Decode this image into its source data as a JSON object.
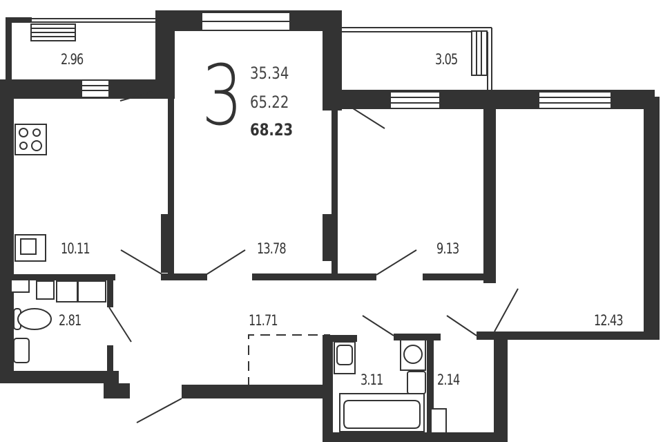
{
  "plan": {
    "rooms_count": "3",
    "living_area": "35.34",
    "total_area": "65.22",
    "total_area_with_balcony": "68.23"
  },
  "rooms": {
    "balcony_left": "2.96",
    "balcony_right": "3.05",
    "kitchen": "10.11",
    "bedroom_center": "13.78",
    "bedroom_small": "9.13",
    "bedroom_large": "12.43",
    "hall": "11.71",
    "toilet": "2.81",
    "laundry": "3.11",
    "bathroom": "2.14"
  },
  "colors": {
    "wall": "#333333"
  }
}
